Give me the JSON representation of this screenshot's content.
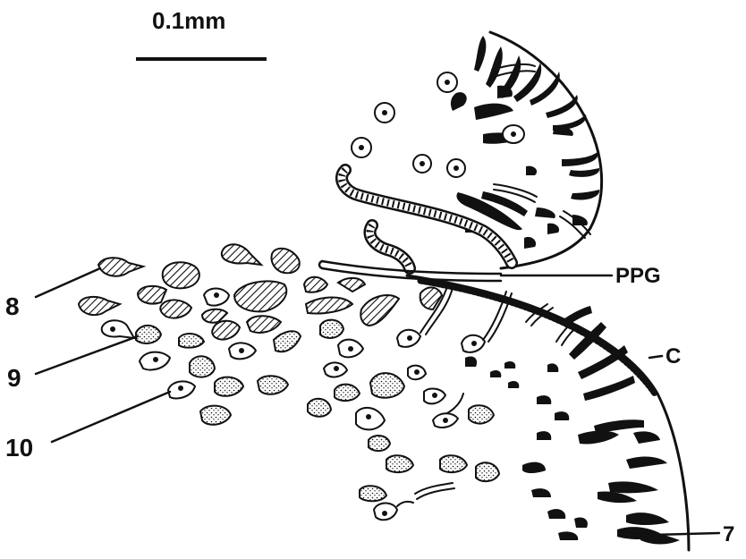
{
  "scale_bar": {
    "label": "0.1mm"
  },
  "labels": {
    "ppg": "PPG",
    "c": "C",
    "n7": "7",
    "n8": "8",
    "n9": "9",
    "n10": "10"
  },
  "colors": {
    "ink": "#111111",
    "background": "#ffffff"
  }
}
